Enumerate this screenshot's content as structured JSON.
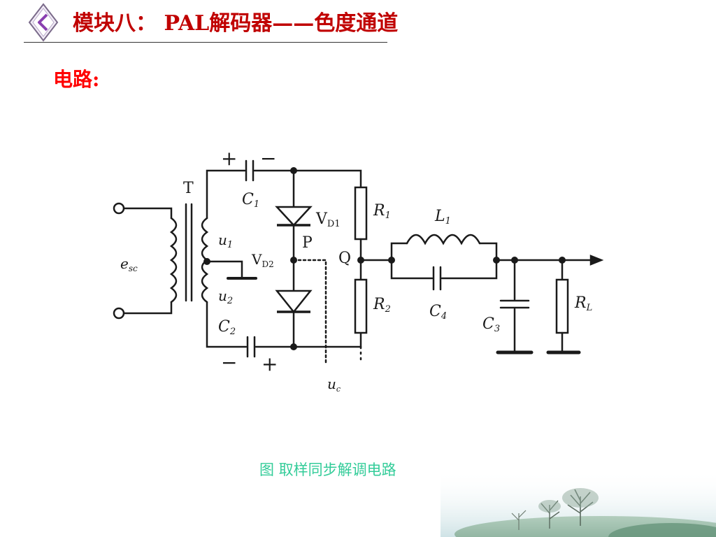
{
  "slide": {
    "title": "模块八： PAL解码器——色度通道",
    "section_label": "电路:",
    "caption": "图 取样同步解调电路"
  },
  "nav": {
    "icon": "back-arrow-diamond-icon"
  },
  "diagram": {
    "labels": {
      "transformer": "T",
      "source": "e",
      "source_sub": "sc",
      "u1": "u",
      "u1_sub": "1",
      "u2": "u",
      "u2_sub": "2",
      "c1": "C",
      "c1_sub": "1",
      "c2": "C",
      "c2_sub": "2",
      "vd1": "V",
      "vd1_sub": "D1",
      "vd2": "V",
      "vd2_sub": "D2",
      "node_p": "P",
      "node_q": "Q",
      "r1": "R",
      "r1_sub": "1",
      "r2": "R",
      "r2_sub": "2",
      "l1": "L",
      "l1_sub": "1",
      "c4": "C",
      "c4_sub": "4",
      "c3": "C",
      "c3_sub": "3",
      "rl": "R",
      "rl_sub": "L",
      "uc": "u",
      "uc_sub": "c",
      "plus_top": "+",
      "minus_top": "−",
      "minus_bottom": "−",
      "plus_bottom": "+"
    }
  },
  "colors": {
    "title": "#c00000",
    "section_label": "#ff0000",
    "caption": "#33cc99",
    "nav_icon": "#8a3fb0"
  }
}
